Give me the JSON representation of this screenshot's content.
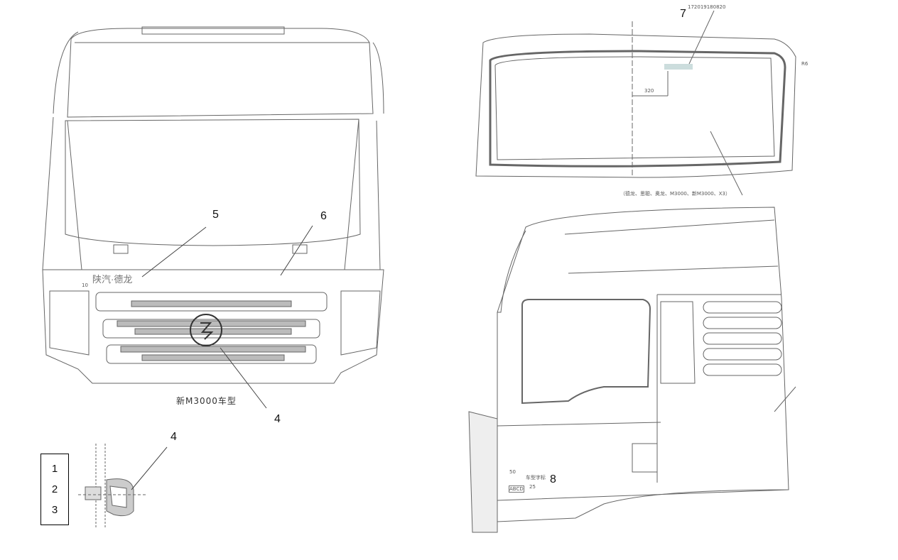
{
  "front_view": {
    "caption": "新M3000车型",
    "callouts": [
      "5",
      "6",
      "4"
    ],
    "logo_text": "陕汽·德龙",
    "grille_mark": "10"
  },
  "detail_section": {
    "callout": "4",
    "legend": [
      "1",
      "2",
      "3"
    ]
  },
  "windshield_view": {
    "callout": "7",
    "part_number": "172019180820",
    "dimension": "320",
    "side_dimension": "R6",
    "note": "（德龙、思聪、奥龙、M3000、新M3000、X3）"
  },
  "side_view": {
    "callout": "8",
    "dimension_50": "50",
    "dimension_25": "25",
    "label_small": "车型字标",
    "box_label": "ABCD"
  },
  "colors": {
    "line": "#555555",
    "text": "#111111"
  }
}
